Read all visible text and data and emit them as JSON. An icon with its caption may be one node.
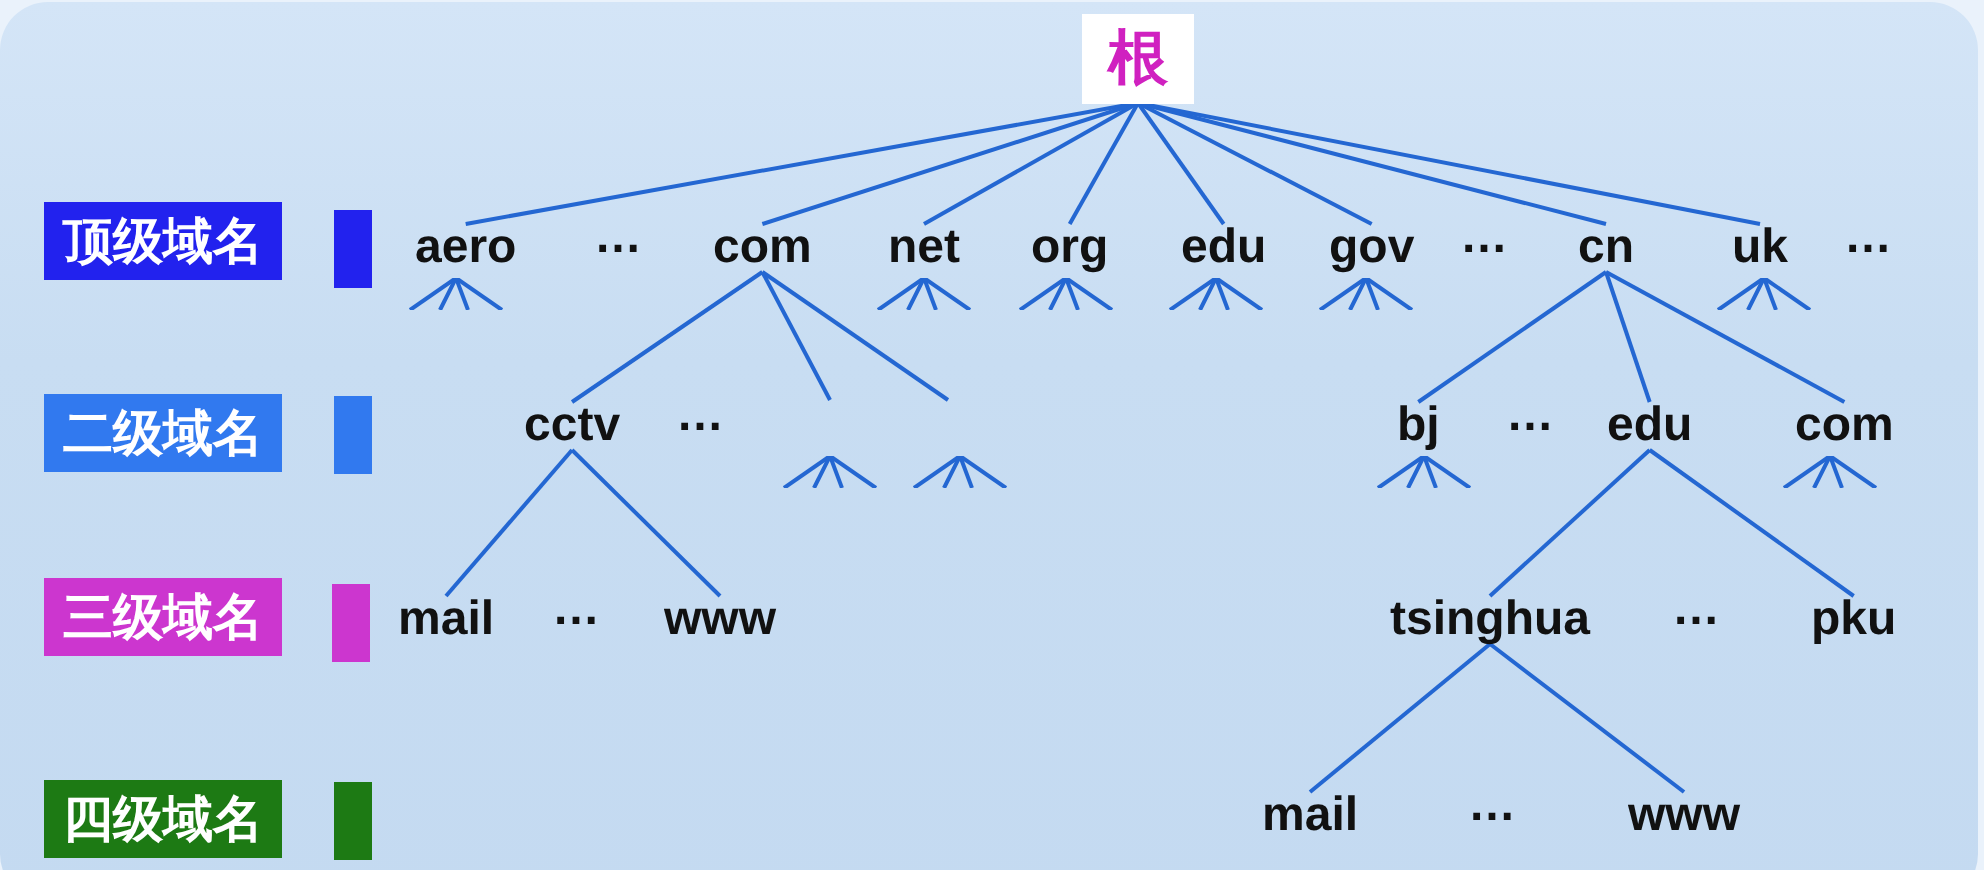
{
  "diagram": {
    "nodes": [
      {
        "text": [
          "根"
        ]
      },
      {
        "text": [
          "顶级域名"
        ]
      },
      {
        "text": [
          "aero"
        ]
      },
      {
        "text": [
          "com"
        ]
      },
      {
        "text": [
          "net"
        ]
      },
      {
        "text": [
          "org"
        ]
      },
      {
        "text": [
          "edu"
        ]
      },
      {
        "text": [
          "gov"
        ]
      },
      {
        "text": [
          "cn"
        ]
      },
      {
        "text": [
          "uk"
        ]
      },
      {
        "text": [
          "二级域名"
        ]
      },
      {
        "text": [
          "cctv"
        ]
      },
      {
        "text": [
          "bj"
        ]
      },
      {
        "text": [
          "edu"
        ]
      },
      {
        "text": [
          "com"
        ]
      },
      {
        "text": [
          "三级域名"
        ]
      },
      {
        "text": [
          "mail"
        ]
      },
      {
        "text": [
          "www"
        ]
      },
      {
        "text": [
          "tsinghua"
        ]
      },
      {
        "text": [
          "pku"
        ]
      },
      {
        "text": [
          "四级域名"
        ]
      },
      {
        "text": [
          "mail"
        ]
      },
      {
        "text": [
          "www"
        ]
      }
    ],
    "edges": [
      {
        "from": 0,
        "to": 2,
        "arrow": "none"
      },
      {
        "from": 0,
        "to": 3,
        "arrow": "none"
      },
      {
        "from": 0,
        "to": 4,
        "arrow": "none"
      },
      {
        "from": 0,
        "to": 5,
        "arrow": "none"
      },
      {
        "from": 0,
        "to": 6,
        "arrow": "none"
      },
      {
        "from": 0,
        "to": 7,
        "arrow": "none"
      },
      {
        "from": 0,
        "to": 8,
        "arrow": "none"
      },
      {
        "from": 0,
        "to": 9,
        "arrow": "none"
      },
      {
        "from": 3,
        "to": 11,
        "arrow": "none"
      },
      {
        "from": 3,
        "to": null,
        "arrow": "none"
      },
      {
        "from": 3,
        "to": null,
        "arrow": "none"
      },
      {
        "from": 11,
        "to": 16,
        "arrow": "none"
      },
      {
        "from": 11,
        "to": 17,
        "arrow": "none"
      },
      {
        "from": 8,
        "to": 12,
        "arrow": "none"
      },
      {
        "from": 8,
        "to": 13,
        "arrow": "none"
      },
      {
        "from": 8,
        "to": 14,
        "arrow": "none"
      },
      {
        "from": 13,
        "to": 18,
        "arrow": "none"
      },
      {
        "from": 13,
        "to": 19,
        "arrow": "none"
      },
      {
        "from": 18,
        "to": 21,
        "arrow": "none"
      },
      {
        "from": 18,
        "to": 22,
        "arrow": "none"
      }
    ],
    "labels": [
      "…",
      "…",
      "…",
      "…",
      "…",
      "…",
      "…",
      "…"
    ]
  }
}
